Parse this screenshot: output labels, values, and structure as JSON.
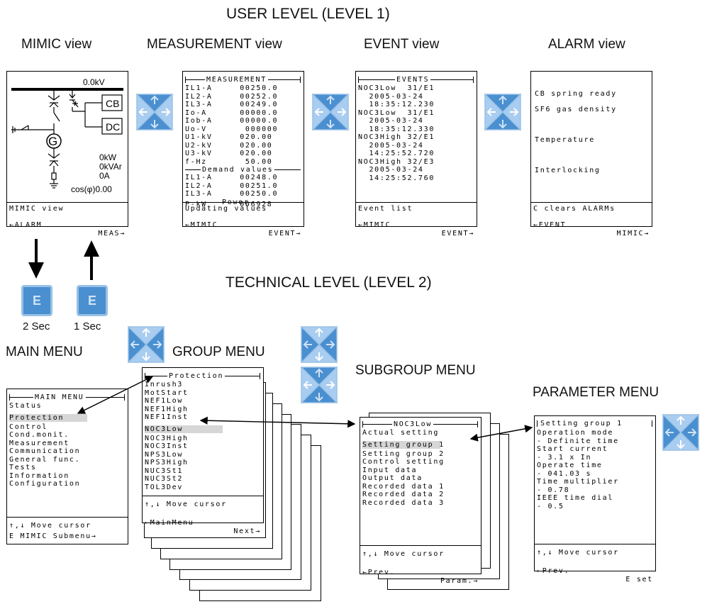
{
  "titles": {
    "user_level": "USER LEVEL (LEVEL 1)",
    "technical_level": "TECHNICAL LEVEL (LEVEL 2)"
  },
  "views": {
    "mimic": "MIMIC view",
    "measurement": "MEASUREMENT view",
    "event": "EVENT view",
    "alarm": "ALARM view"
  },
  "menus": {
    "main": "MAIN MENU",
    "group": "GROUP MENU",
    "subgroup": "SUBGROUP MENU",
    "parameter": "PARAMETER MENU"
  },
  "e_button": {
    "label": "E",
    "down_caption": "2 Sec",
    "up_caption": "1 Sec"
  },
  "mimic_screen": {
    "voltage": "0.0kV",
    "cb": "CB",
    "dc": "DC",
    "gen": "G",
    "kw": "0kW",
    "kvar": "0kVAr",
    "amps": "0A",
    "cos": "cos(φ)0.00",
    "footer1": "MIMIC view",
    "footer_left": "←ALARM",
    "footer_right": "MEAS→"
  },
  "measurement_screen": {
    "title": "MEASUREMENT",
    "rows": [
      "IL1-A     00250.0",
      "IL2-A     00252.0",
      "IL3-A     00249.0",
      "Io-A      00000.0",
      "Iob-A     00000.0",
      "Uo-V       000000",
      "U1-kV     020.00",
      "U2-kV     020.00",
      "U3-kV     020.00",
      "f-Hz       50.00"
    ],
    "demand_title": "Demand values",
    "demand_rows": [
      "IL1-A     00248.0",
      "IL2-A     00251.0",
      "IL3-A     00250.0"
    ],
    "power_title": "Power",
    "power_row": "P-kW      006928",
    "footer1": "Updating values",
    "footer_left": "←MIMIC",
    "footer_right": "EVENT→"
  },
  "event_screen": {
    "title": "EVENTS",
    "rows": [
      "NOC3Low  31/E1",
      "  2005-03-24",
      "  18:35:12.230",
      "NOC3Low  31/E1",
      "  2005-03-24",
      "  18:35:12.330",
      "NOC3High 32/E1",
      "  2005-03-24",
      "  14:25:52.720",
      "NOC3High 32/E3",
      "  2005-03-24",
      "  14:25:52.760"
    ],
    "footer1": "Event list",
    "footer_left": "←MIMIC",
    "footer_right": "EVENT→"
  },
  "alarm_screen": {
    "rows": [
      "CB spring ready",
      "SF6 gas density",
      "Temperature",
      "Interlocking"
    ],
    "footer1": "C clears ALARMs",
    "footer_left": "←EVENT",
    "footer_right": "MIMIC→"
  },
  "main_menu_screen": {
    "title": "MAIN MENU",
    "items": [
      "Status",
      "Protection",
      "Control",
      "Cond.monit.",
      "Measurement",
      "Communication",
      "General func.",
      "Tests",
      "Information",
      "Configuration"
    ],
    "selected": "Protection",
    "footer1": "↑,↓ Move cursor",
    "footer2": "E MIMIC Submenu→"
  },
  "group_menu_screen": {
    "title": "Protection",
    "items": [
      "Inrush3",
      "MotStart",
      "NEF1Low",
      "NEF1High",
      "NEF1Inst",
      "NOC3Low",
      "NOC3High",
      "NOC3Inst",
      "NPS3Low",
      "NPS3High",
      "NUC3St1",
      "NUC3St2",
      "TOL3Dev"
    ],
    "selected": "NOC3Low",
    "footer1": "↑,↓ Move cursor",
    "footer_left": "←MainMenu",
    "footer_right": "Next→"
  },
  "subgroup_menu_screen": {
    "title": "NOC3Low",
    "items": [
      "Actual setting",
      "Setting group 1",
      "Setting group 2",
      "Control setting",
      "Input data",
      "Output data",
      "Recorded data 1",
      "Recorded data 2",
      "Recorded data 3"
    ],
    "selected": "Setting group 1",
    "footer1": "↑,↓ Move cursor",
    "footer_left": "←Prev.",
    "footer_right": "Param.→"
  },
  "parameter_menu_screen": {
    "title": "Setting group 1",
    "rows": [
      "Operation mode",
      "- Definite time",
      "Start current",
      "- 3.1 x In",
      "Operate time",
      "- 041.03 s",
      "Time multiplier",
      "- 0.78",
      "IEEE time dial",
      "- 0.5"
    ],
    "footer1": "↑,↓ Move cursor",
    "footer_left": "←Prev.",
    "footer_right": "E set"
  },
  "colors": {
    "pad_blue": "#4a8fd0",
    "pad_light": "#a9cdf0",
    "pad_border": "#98c0e6"
  },
  "icons": [
    "navigation-pad-icon",
    "down-arrow-icon",
    "up-arrow-icon",
    "e-button-icon"
  ]
}
